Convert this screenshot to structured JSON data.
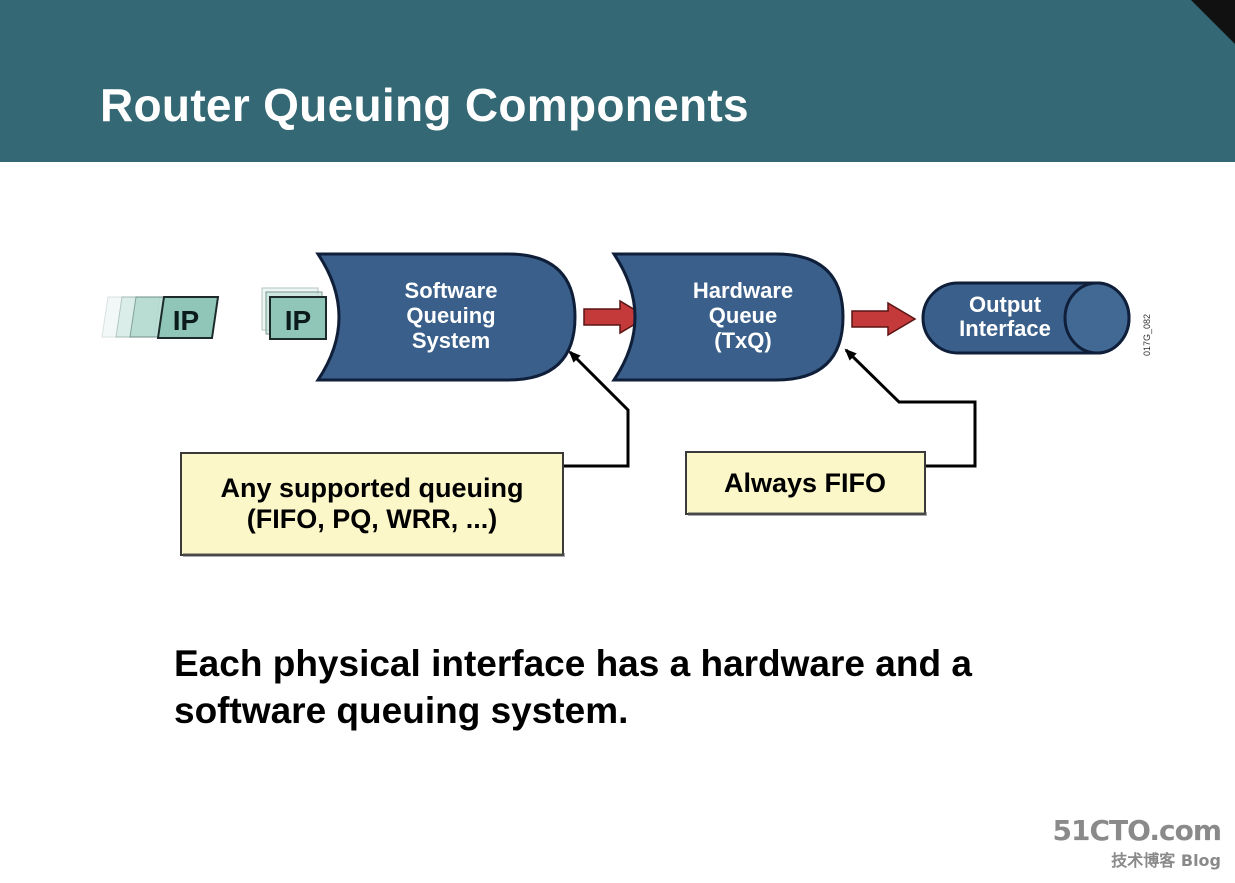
{
  "title": "Router Queuing Components",
  "packets": [
    {
      "label": "IP"
    },
    {
      "label": "IP"
    }
  ],
  "software_queue": {
    "lines": [
      "Software",
      "Queuing",
      "System"
    ]
  },
  "hardware_queue": {
    "lines": [
      "Hardware",
      "Queue",
      "(TxQ)"
    ]
  },
  "output_interface": {
    "lines": [
      "Output",
      "Interface"
    ]
  },
  "callouts": {
    "software": {
      "lines": [
        "Any supported queuing",
        "(FIFO, PQ, WRR, ...)"
      ]
    },
    "hardware": {
      "lines": [
        "Always FIFO"
      ]
    }
  },
  "figure_id": "017G_082",
  "caption": {
    "lines": [
      "Each physical interface has a hardware and a",
      "software queuing system."
    ]
  },
  "watermark": {
    "logo": "51CTO.com",
    "sub": "技术博客 Blog"
  },
  "colors": {
    "header": "#336874",
    "queue_fill": "#3a5f8a",
    "queue_stroke": "#0f1f3a",
    "arrow_red": "#c43a3a",
    "callout_fill": "#fbf7c8",
    "packet_fill": "#8fc6b8"
  }
}
